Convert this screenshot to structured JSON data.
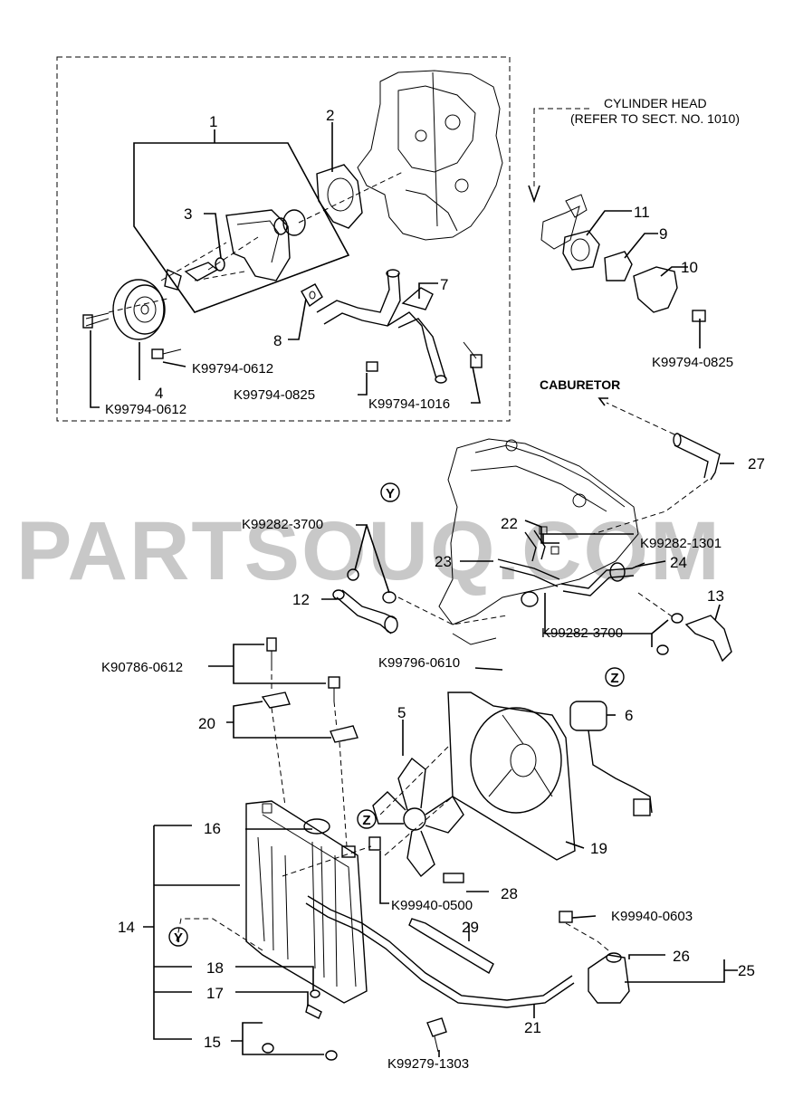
{
  "watermark": "PARTSOUQ.COM",
  "notes": {
    "cylinder_head_line1": "CYLINDER HEAD",
    "cylinder_head_line2": "(REFER TO SECT. NO. 1010)",
    "caburetor": "CABURETOR"
  },
  "markers": {
    "y": "Y",
    "z": "Z"
  },
  "callouts": {
    "c1": "1",
    "c2": "2",
    "c3": "3",
    "c4": "4",
    "c5": "5",
    "c6": "6",
    "c7": "7",
    "c8": "8",
    "c9": "9",
    "c10": "10",
    "c11": "11",
    "c12": "12",
    "c13": "13",
    "c14": "14",
    "c15": "15",
    "c16": "16",
    "c17": "17",
    "c18": "18",
    "c19": "19",
    "c20": "20",
    "c21": "21",
    "c22": "22",
    "c23": "23",
    "c24": "24",
    "c25": "25",
    "c26": "26",
    "c27": "27",
    "c28": "28",
    "c29": "29"
  },
  "part_numbers": {
    "k99794_0612_a": "K99794-0612",
    "k99794_0612_b": "K99794-0612",
    "k99794_0825_a": "K99794-0825",
    "k99794_0825_b": "K99794-0825",
    "k99794_1016": "K99794-1016",
    "k99282_3700_a": "K99282-3700",
    "k99282_3700_b": "K99282-3700",
    "k99282_1301": "K99282-1301",
    "k90786_0612": "K90786-0612",
    "k99796_0610": "K99796-0610",
    "k99940_0500": "K99940-0500",
    "k99940_0603": "K99940-0603",
    "k99279_1303": "K99279-1303"
  }
}
